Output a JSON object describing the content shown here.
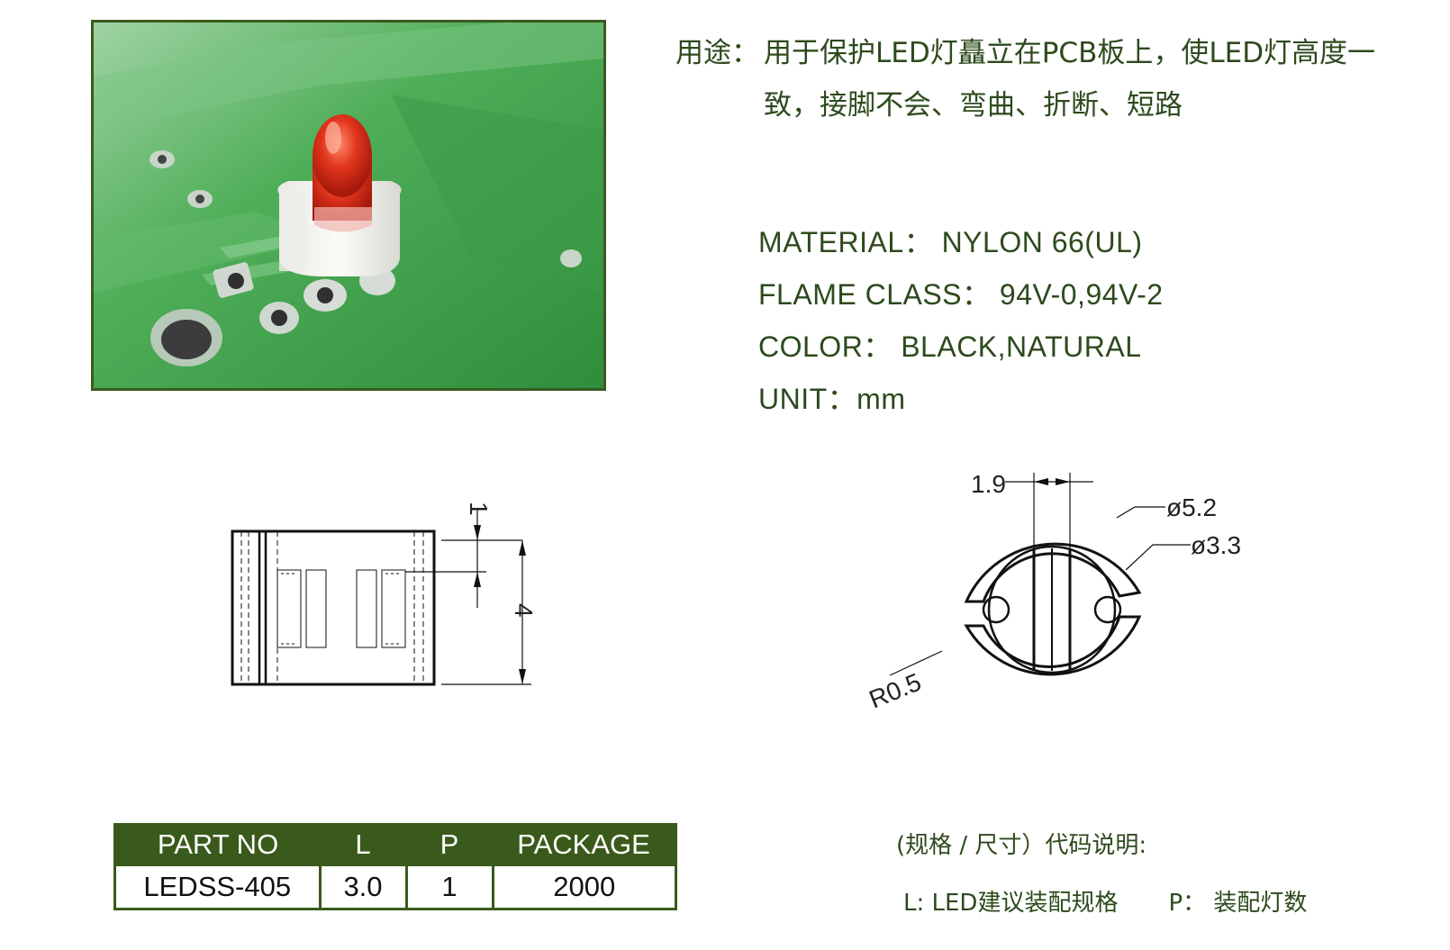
{
  "usage": {
    "label": "用途：",
    "line1": "用于保护LED灯矗立在PCB板上，使LED灯高度一",
    "line2": "致，接脚不会、弯曲、折断、短路"
  },
  "specs": [
    {
      "key": "MATERIAL：",
      "value": " NYLON 66(UL)"
    },
    {
      "key": "FLAME CLASS：",
      "value": " 94V-0,94V-2"
    },
    {
      "key": "COLOR：",
      "value": " BLACK,NATURAL"
    },
    {
      "key": "UNIT：",
      "value": "mm"
    }
  ],
  "side_view": {
    "dim_top": "1",
    "dim_height": "4"
  },
  "top_view": {
    "dim_width": "1.9",
    "dim_outer": "ø5.2",
    "dim_inner": "ø3.3",
    "dim_radius": "R0.5"
  },
  "table": {
    "headers": [
      "PART NO",
      "L",
      "P",
      "PACKAGE"
    ],
    "rows": [
      [
        "LEDSS-405",
        "3.0",
        "1",
        "2000"
      ]
    ]
  },
  "notes": {
    "code_title": "(规格 / 尺寸）代码说明:",
    "legend_l": "L: LED建议装配规格",
    "legend_p": "P：  装配灯数"
  },
  "colors": {
    "accent": "#3a5a1c",
    "text": "#2d4a1d"
  }
}
